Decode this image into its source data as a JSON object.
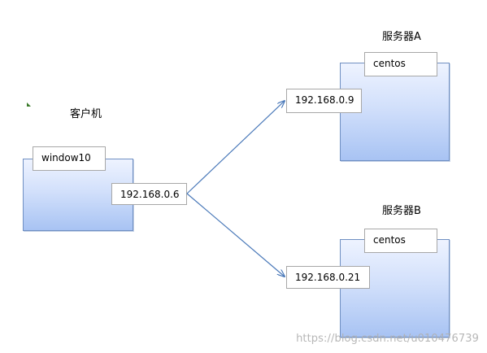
{
  "client": {
    "title": "客户机",
    "os": "window10",
    "ip": "192.168.0.6"
  },
  "serverA": {
    "title": "服务器A",
    "os": "centos",
    "ip": "192.168.0.9"
  },
  "serverB": {
    "title": "服务器B",
    "os": "centos",
    "ip": "192.168.0.21"
  },
  "edge_color": "#4a79b9",
  "node_fill_top": "#eef3ff",
  "node_fill_bottom": "#a8c3f3",
  "watermark": "https://blog.csdn.net/u010476739"
}
